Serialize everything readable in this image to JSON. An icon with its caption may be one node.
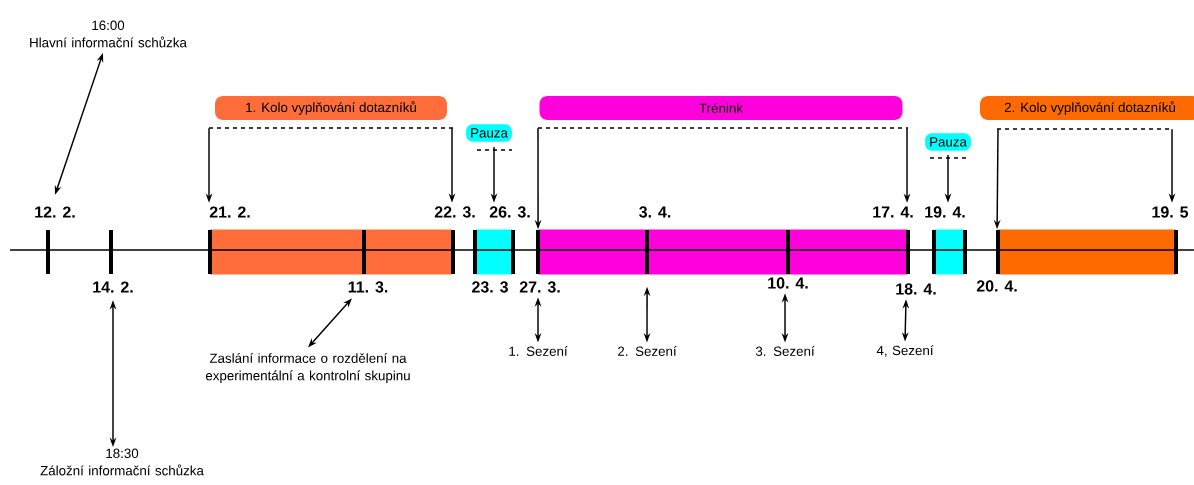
{
  "diagram": {
    "nodes": [
      {
        "text": [
          "16:00",
          "Hlavní informační schůzka"
        ]
      },
      {
        "text": [
          "1. Kolo vyplňování dotazníků"
        ]
      },
      {
        "text": [
          "Pauza"
        ]
      },
      {
        "text": [
          "Trénink"
        ]
      },
      {
        "text": [
          "Pauza"
        ]
      },
      {
        "text": [
          "2. Kolo vyplňování dotazníků"
        ]
      },
      {
        "text": [
          "12. 2."
        ]
      },
      {
        "text": [
          "21. 2."
        ]
      },
      {
        "text": [
          "22. 3."
        ]
      },
      {
        "text": [
          "26. 3."
        ]
      },
      {
        "text": [
          "17. 4."
        ]
      },
      {
        "text": [
          "19. 4."
        ]
      },
      {
        "text": [
          "19. 5"
        ]
      },
      {
        "text": [],
        "shape": "bar"
      },
      {
        "text": [],
        "shape": "bar"
      },
      {
        "text": [],
        "shape": "bar"
      },
      {
        "text": [],
        "shape": "bar"
      },
      {
        "text": [],
        "shape": "bar"
      },
      {
        "text": [
          "14. 2."
        ]
      },
      {
        "text": [
          "11. 3."
        ]
      },
      {
        "text": [
          "27. 3."
        ]
      },
      {
        "text": [
          "10. 4."
        ]
      },
      {
        "text": [
          "Zaslání informace o rozdělení na experimentální a kontrolní skupinu"
        ]
      },
      {
        "text": [
          "1. Sezení"
        ]
      },
      {
        "text": [
          "2. Sezení"
        ]
      },
      {
        "text": [
          "3. Sezení"
        ]
      },
      {
        "text": [
          "4, Sezení"
        ]
      },
      {
        "text": [
          "18:30",
          "Záložní informační schůzka"
        ]
      },
      {
        "text": [
          "18. 4."
        ]
      }
    ],
    "edges": [
      {
        "from": 0,
        "to": 6,
        "arrow": "both"
      },
      {
        "from": 1,
        "to": 7,
        "arrow": "to"
      },
      {
        "from": 1,
        "to": 8,
        "arrow": "to"
      },
      {
        "from": 2,
        "to": 9,
        "arrow": "to"
      },
      {
        "from": 3,
        "to": 15,
        "arrow": "to"
      },
      {
        "from": 3,
        "to": 10,
        "arrow": "to"
      },
      {
        "from": 4,
        "to": 11,
        "arrow": "to"
      },
      {
        "from": 5,
        "to": 17,
        "arrow": "to"
      },
      {
        "from": 5,
        "to": 12,
        "arrow": "to"
      },
      {
        "from": 22,
        "to": 19,
        "arrow": "both"
      },
      {
        "from": 27,
        "to": 18,
        "arrow": "both"
      },
      {
        "from": 23,
        "to": 20,
        "arrow": "both"
      },
      {
        "from": 24,
        "to": 15,
        "arrow": "both"
      },
      {
        "from": 25,
        "to": 21,
        "arrow": "both"
      },
      {
        "from": 26,
        "to": 28,
        "arrow": "both"
      }
    ],
    "labels": [
      "3. 4.",
      "23. 3",
      "20. 4."
    ]
  }
}
